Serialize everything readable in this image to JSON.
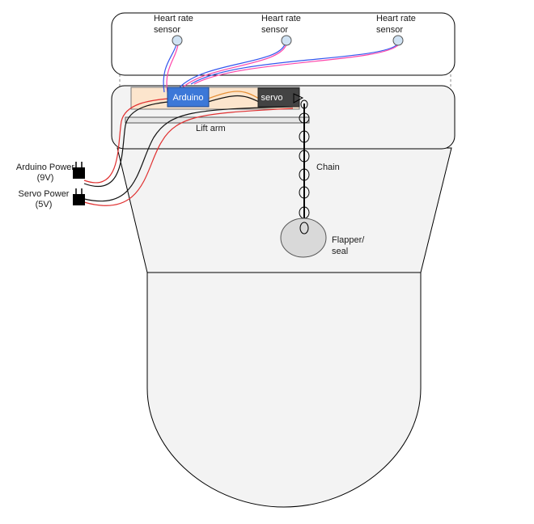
{
  "labels": {
    "sensors": [
      {
        "line1": "Heart rate",
        "line2": "sensor"
      },
      {
        "line1": "Heart rate",
        "line2": "sensor"
      },
      {
        "line1": "Heart rate",
        "line2": "sensor"
      }
    ],
    "arduino": "Arduino",
    "servo": "servo",
    "lift_arm": "Lift arm",
    "chain": "Chain",
    "flapper": {
      "line1": "Flapper/",
      "line2": "seal"
    },
    "arduino_power": {
      "line1": "Arduino Power",
      "line2": "(9V)"
    },
    "servo_power": {
      "line1": "Servo Power",
      "line2": "(5V)"
    }
  },
  "colors": {
    "toilet_fill": "#f3f3f3",
    "outline": "#000000",
    "dash": "#888888",
    "tray_fill": "#fce5cd",
    "arduino_fill": "#3c78d8",
    "servo_fill": "#434343",
    "sensor_fill": "#cfe2f3",
    "flapper_fill": "#d9d9d9",
    "lift_arm_fill": "#e6e6e6",
    "wire_red": "#e03030",
    "wire_black": "#111111",
    "wire_blue": "#3355ee",
    "wire_pink": "#ff44aa",
    "wire_orange": "#e69138"
  }
}
